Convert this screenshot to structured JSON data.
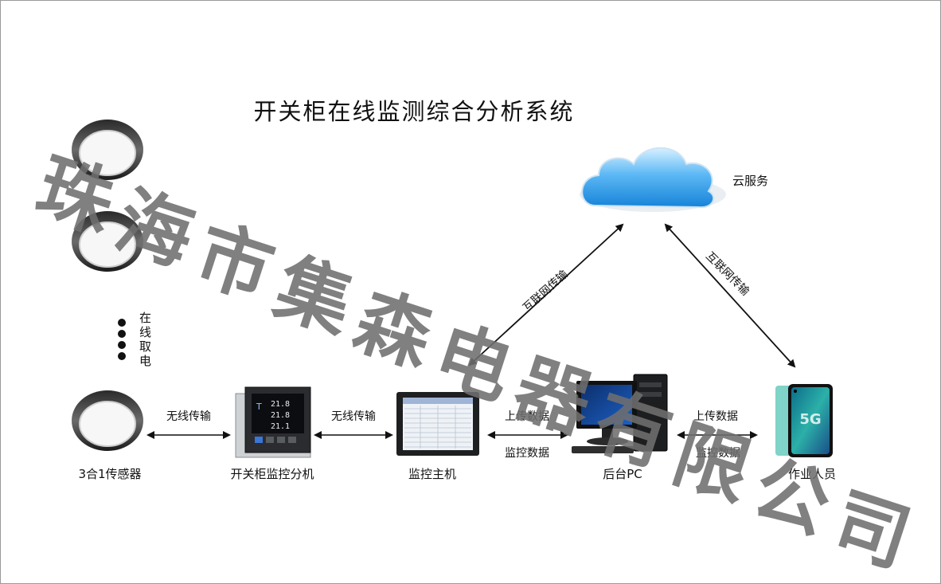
{
  "title": "开关柜在线监测综合分析系统",
  "cloud_label": "云服务",
  "sensor_label": "3合1传感器",
  "sensor_note_chars": [
    "在",
    "线",
    "取",
    "电"
  ],
  "submonitor_label": "开关柜监控分机",
  "host_label": "监控主机",
  "pc_label": "后台PC",
  "phone_label": "作业人员",
  "link_sensor_sub": "无线传输",
  "link_sub_host": "无线传输",
  "link_host_pc_upload": "上传数据",
  "link_host_pc_monitor": "监控数据",
  "link_pc_phone_upload": "上传数据",
  "link_pc_phone_monitor": "监控数据",
  "link_cloud_host": "互联网传输",
  "link_cloud_phone": "互联网传输",
  "device_screen_values": [
    "21.8",
    "21.8",
    "21.1"
  ],
  "device_screen_mark": "T",
  "phone_badge": "5G",
  "watermark": "珠海市集森电器有限公司",
  "colors": {
    "cloud_top": "#bfe6ff",
    "cloud_bottom": "#1a8fe0",
    "watermark": "#6f6f6f",
    "arrow": "#111111"
  }
}
